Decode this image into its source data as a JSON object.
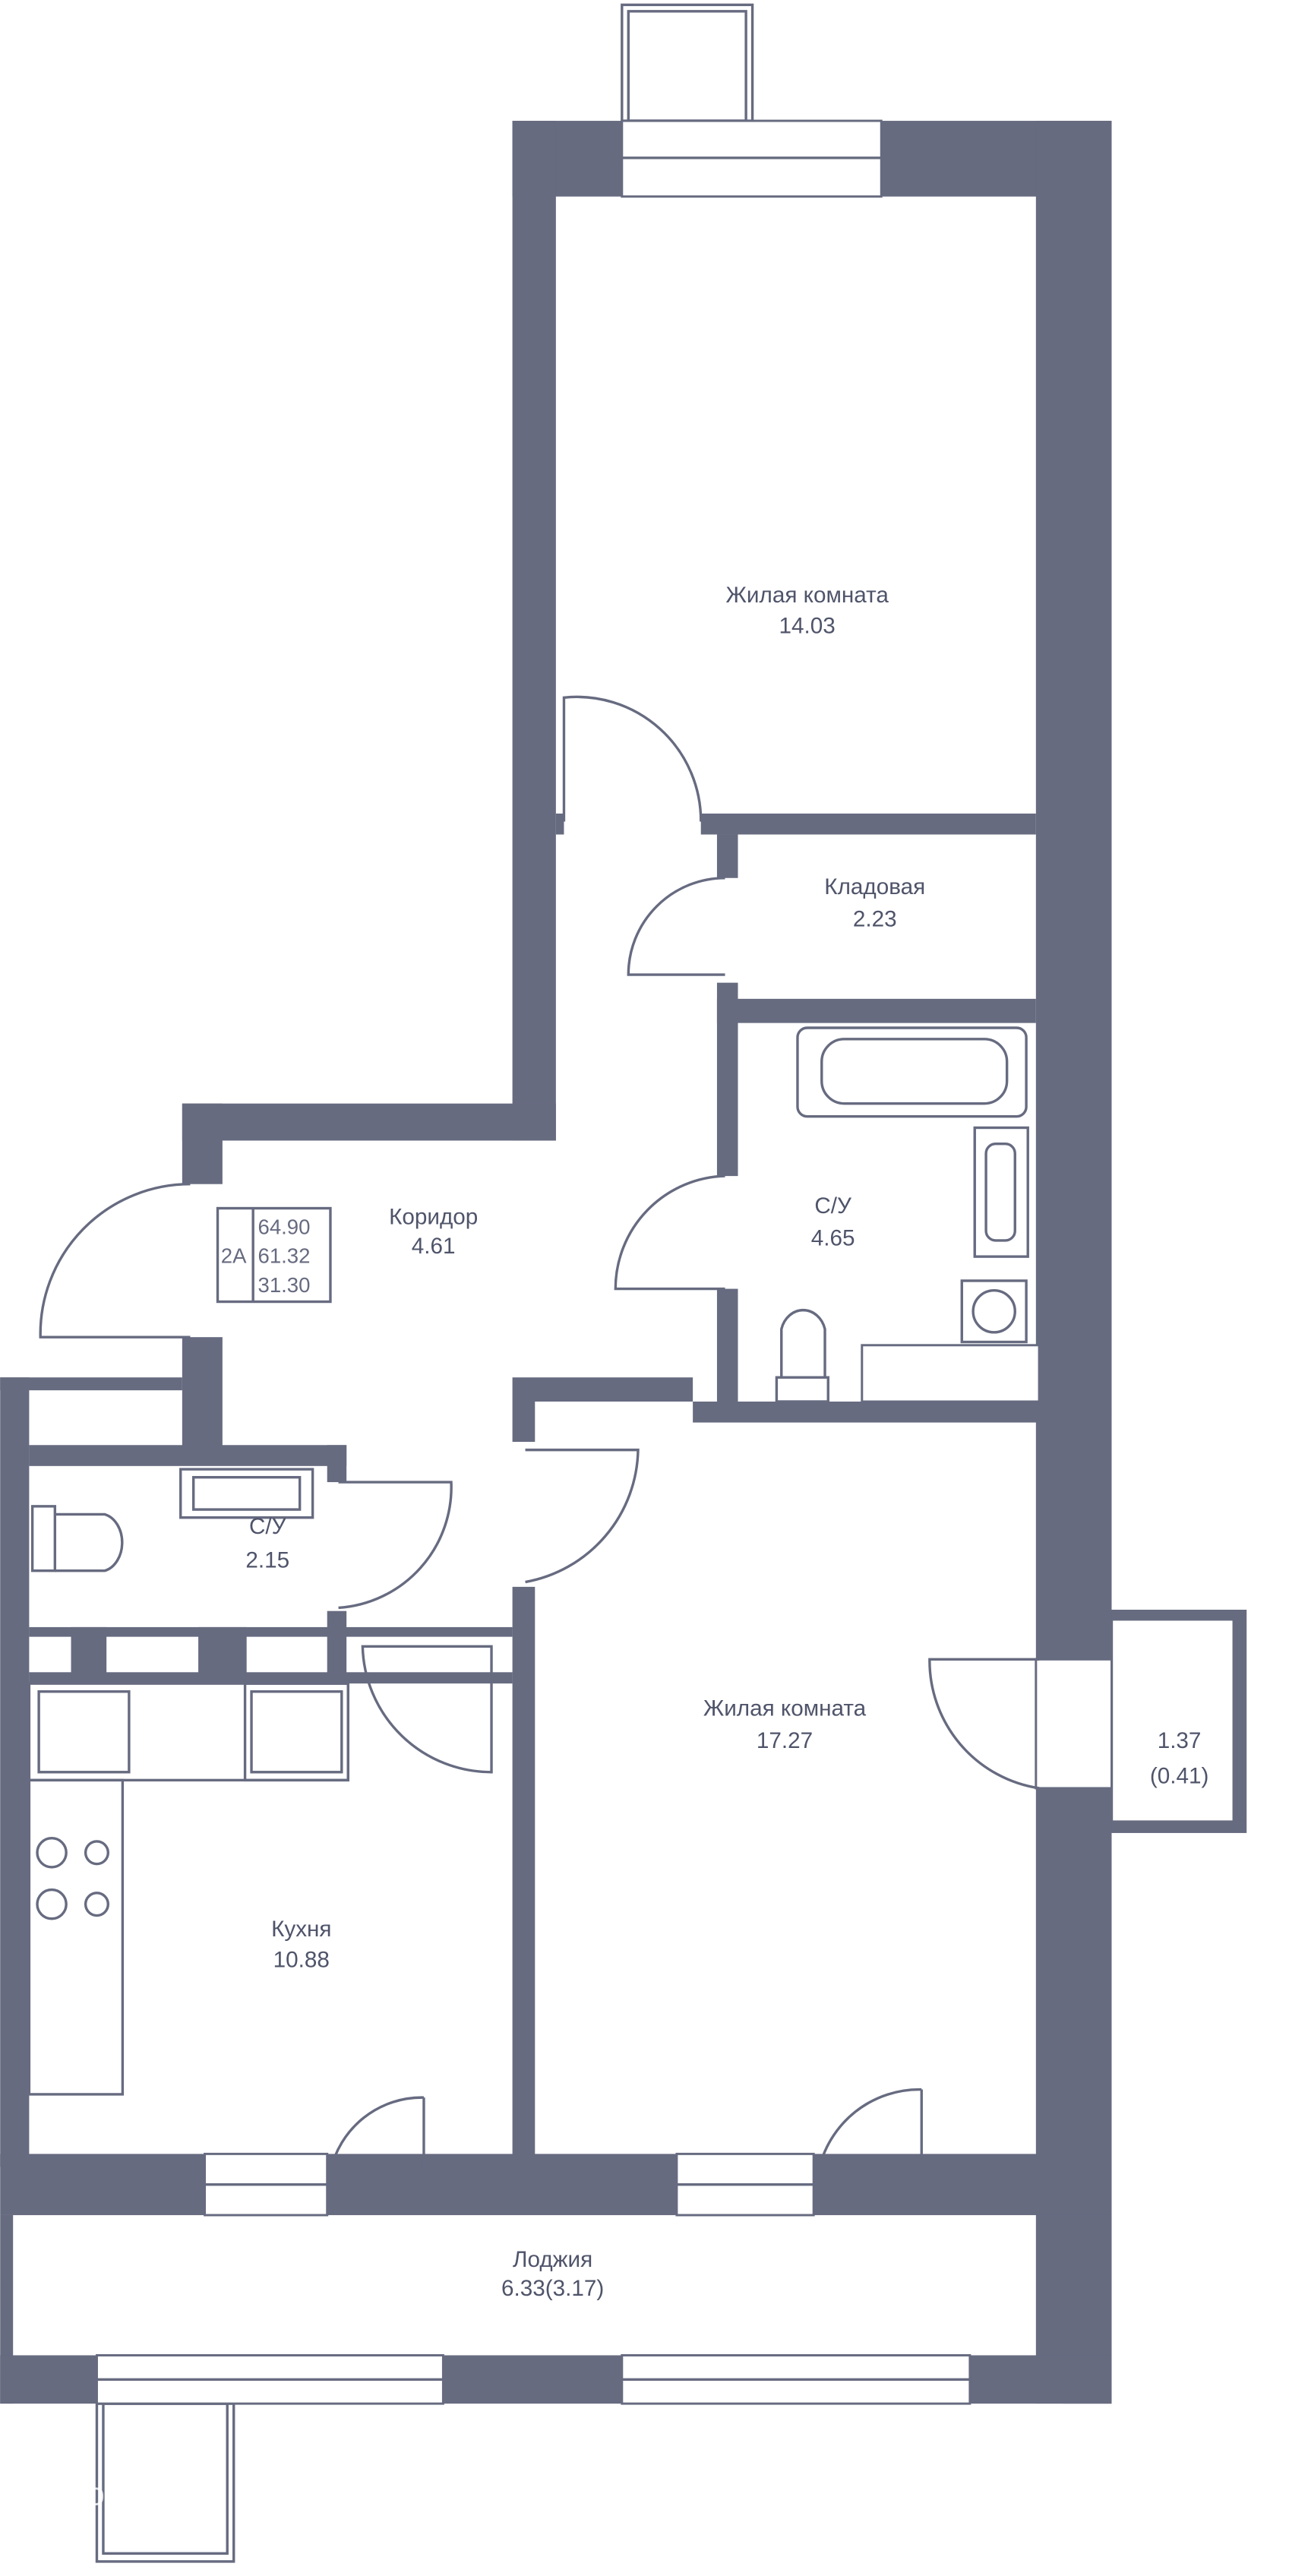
{
  "plan": {
    "wall_color": "#676b80",
    "rooms": [
      {
        "name": "Жилая комната",
        "area": "14.03"
      },
      {
        "name": "Кладовая",
        "area": "2.23"
      },
      {
        "name": "Коридор",
        "area": "4.61"
      },
      {
        "name": "С/У",
        "area": "4.65"
      },
      {
        "name": "С/У",
        "area": "2.15"
      },
      {
        "name": "Жилая комната",
        "area": "17.27"
      },
      {
        "name": "Кухня",
        "area": "10.88"
      },
      {
        "name": "Лоджия",
        "area": "6.33(3.17)"
      }
    ],
    "balcony": {
      "area": "1.37",
      "reduced": "(0.41)"
    },
    "legend": {
      "type": "2А",
      "total": "64.90",
      "living_total": "61.32",
      "living": "31.30"
    },
    "watermark": "Домклик"
  }
}
